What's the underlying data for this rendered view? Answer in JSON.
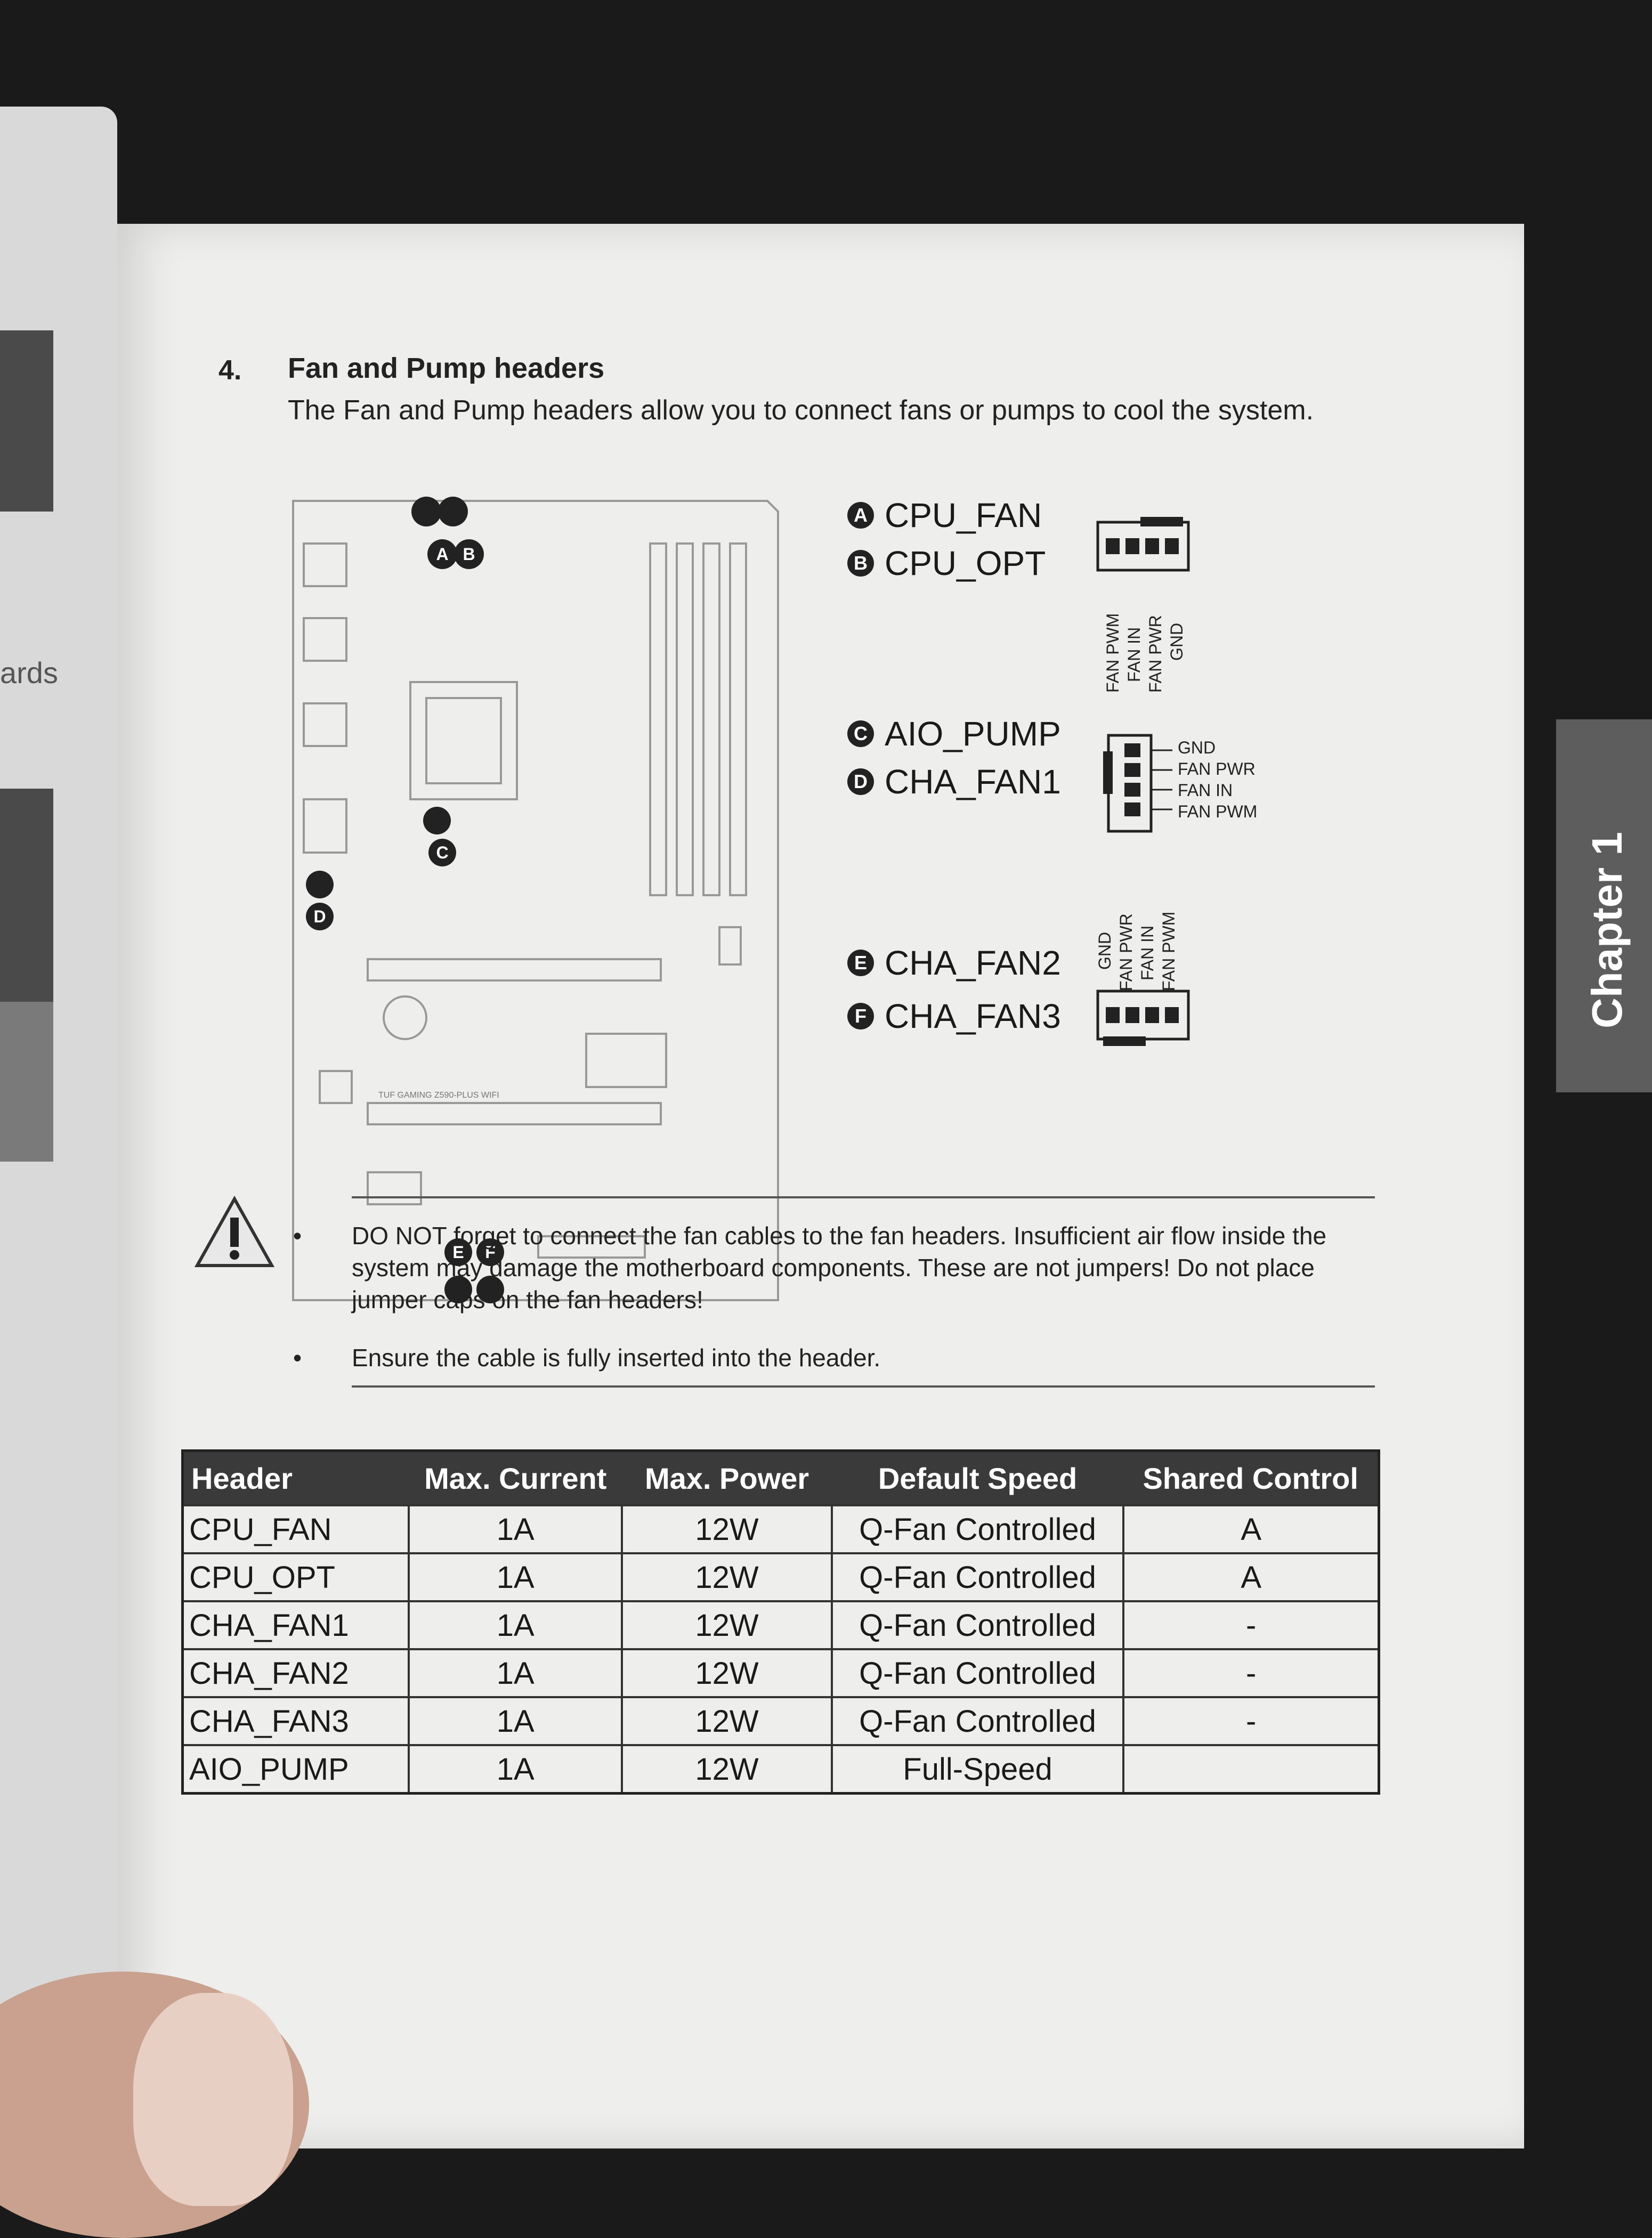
{
  "left_page": {
    "fragment_text": "ards"
  },
  "section": {
    "number": "4.",
    "title": "Fan and Pump headers",
    "intro": "The Fan and Pump headers allow you to connect fans or pumps to cool the system."
  },
  "connectors": [
    {
      "letter": "A",
      "name": "CPU_FAN"
    },
    {
      "letter": "B",
      "name": "CPU_OPT"
    },
    {
      "letter": "C",
      "name": "AIO_PUMP"
    },
    {
      "letter": "D",
      "name": "CHA_FAN1"
    },
    {
      "letter": "E",
      "name": "CHA_FAN2"
    },
    {
      "letter": "F",
      "name": "CHA_FAN3"
    }
  ],
  "pinouts": {
    "top": [
      "FAN PWM",
      "FAN IN",
      "FAN PWR",
      "GND"
    ],
    "middle": [
      "GND",
      "FAN PWR",
      "FAN IN",
      "FAN PWM"
    ],
    "bottom": [
      "GND",
      "FAN PWR",
      "FAN IN",
      "FAN PWM"
    ]
  },
  "board": {
    "model_label": "TUF GAMING Z590-PLUS WIFI"
  },
  "chapter_tab": "Chapter 1",
  "notes": [
    "DO NOT forget to connect the fan cables to the fan headers. Insufficient air flow inside the system may damage the motherboard components. These are not jumpers! Do not place jumper caps on the fan headers!",
    "Ensure the cable is fully inserted into the header."
  ],
  "table": {
    "headers": [
      "Header",
      "Max. Current",
      "Max. Power",
      "Default Speed",
      "Shared Control"
    ],
    "rows": [
      [
        "CPU_FAN",
        "1A",
        "12W",
        "Q-Fan Controlled",
        "A"
      ],
      [
        "CPU_OPT",
        "1A",
        "12W",
        "Q-Fan Controlled",
        "A"
      ],
      [
        "CHA_FAN1",
        "1A",
        "12W",
        "Q-Fan Controlled",
        "-"
      ],
      [
        "CHA_FAN2",
        "1A",
        "12W",
        "Q-Fan Controlled",
        "-"
      ],
      [
        "CHA_FAN3",
        "1A",
        "12W",
        "Q-Fan Controlled",
        "-"
      ],
      [
        "AIO_PUMP",
        "1A",
        "12W",
        "Full-Speed",
        ""
      ]
    ]
  }
}
